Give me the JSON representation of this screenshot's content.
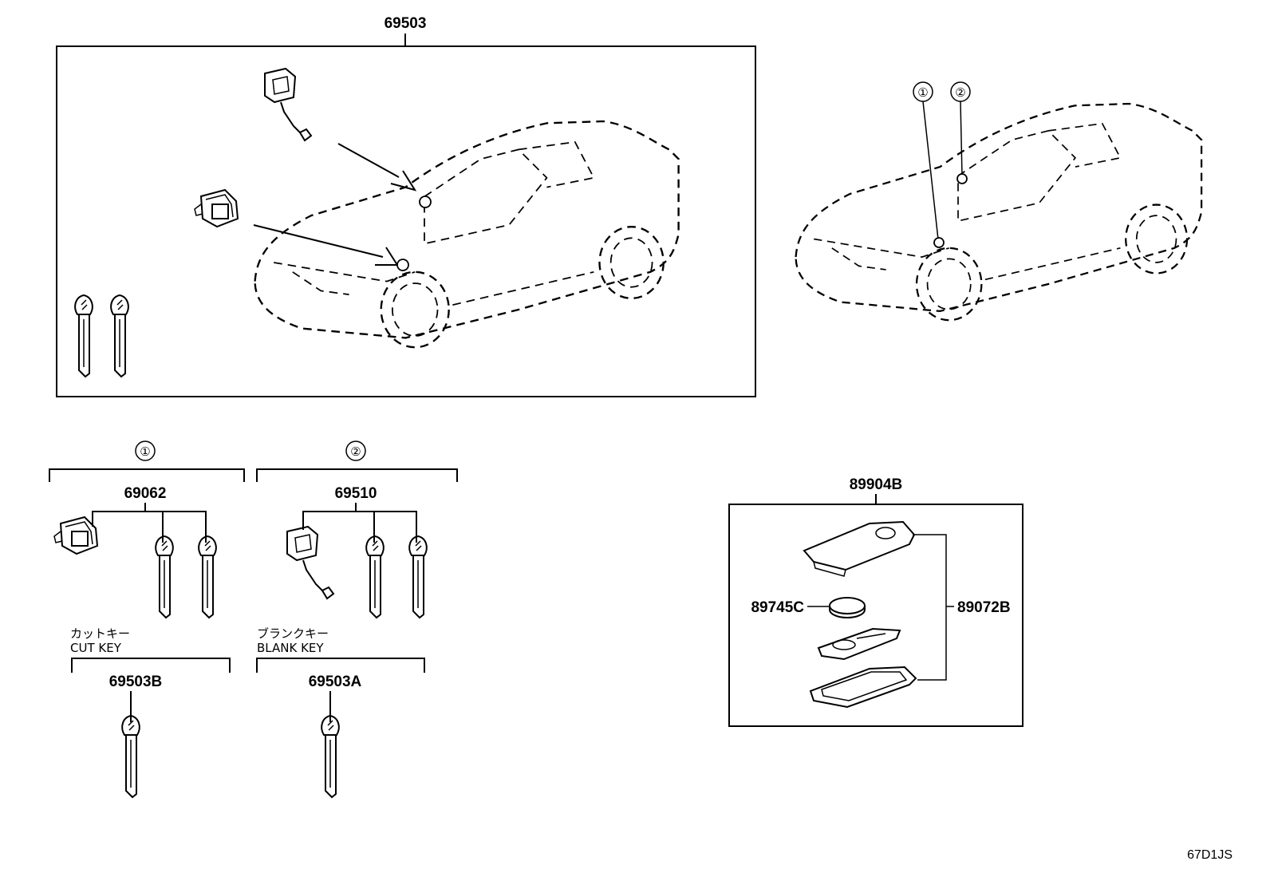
{
  "assembly": {
    "part_no": "69503"
  },
  "callouts": {
    "one": "①",
    "two": "②"
  },
  "groups": [
    {
      "marker": "①",
      "part_no": "69062",
      "label_jp": "カットキー",
      "label_en": "CUT KEY",
      "key_part_no": "69503B"
    },
    {
      "marker": "②",
      "part_no": "69510",
      "label_jp": "ブランクキー",
      "label_en": "BLANK KEY",
      "key_part_no": "69503A"
    }
  ],
  "fob": {
    "part_no": "89904B",
    "battery_part_no": "89745C",
    "case_part_no": "89072B"
  },
  "figure_code": "67D1JS"
}
